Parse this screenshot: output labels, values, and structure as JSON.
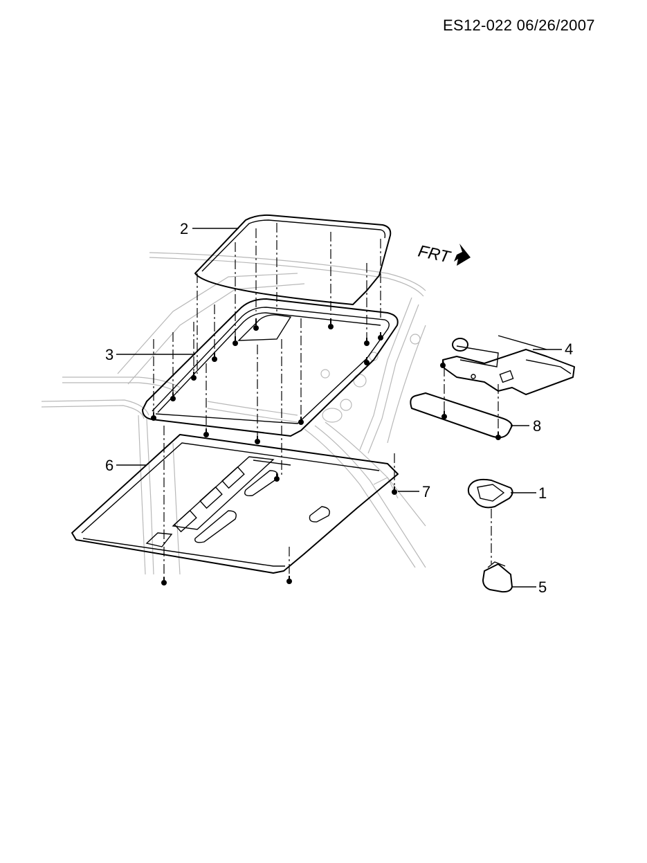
{
  "header": {
    "document_id": "ES12-022  06/26/2007"
  },
  "orientation": {
    "label": "FRT"
  },
  "callouts": [
    {
      "id": "1"
    },
    {
      "id": "2"
    },
    {
      "id": "3"
    },
    {
      "id": "4"
    },
    {
      "id": "5"
    },
    {
      "id": "6"
    },
    {
      "id": "7"
    },
    {
      "id": "8"
    }
  ]
}
